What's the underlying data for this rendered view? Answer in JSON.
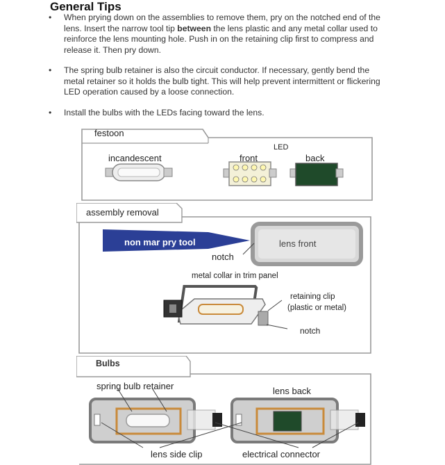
{
  "heading": "General Tips",
  "tips": [
    {
      "pre": "When prying down on the assemblies to remove them, pry on the notched end of the lens. Insert the narrow tool tip ",
      "bold": "between",
      "post": " the lens plastic and any metal collar used to reinforce the lens mounting hole. Push in on the retaining clip first to compress and release it. Then pry down."
    },
    {
      "pre": "The spring bulb retainer is also the circuit conductor. If necessary, gently bend the metal retainer so it holds the bulb tight. This will help prevent intermittent or flickering LED operation caused by a loose connection.",
      "bold": "",
      "post": ""
    },
    {
      "pre": "Install the bulbs with the LEDs facing toward the lens.",
      "bold": "",
      "post": ""
    }
  ],
  "bullet": "•",
  "festoon": {
    "tab": "festoon",
    "incandescent": "incandescent",
    "led": "LED",
    "front": "front",
    "back": "back"
  },
  "assembly": {
    "tab": "assembly removal",
    "tool": "non mar pry tool",
    "lens_front": "lens front",
    "notch_top": "notch",
    "collar": "metal collar in trim panel",
    "clip_line1": "retaining clip",
    "clip_line2": "(plastic or metal)",
    "notch_bottom": "notch"
  },
  "bulbs": {
    "tab": "Bulbs",
    "spring": "spring bulb retainer",
    "lens_back": "lens back",
    "side_clip": "lens side clip",
    "connector": "electrical connector"
  },
  "colors": {
    "tool_blue": "#2b3f96",
    "led_green": "#1f4a2a",
    "copper": "#c98a3a",
    "frame_gray": "#8a8a8a"
  }
}
